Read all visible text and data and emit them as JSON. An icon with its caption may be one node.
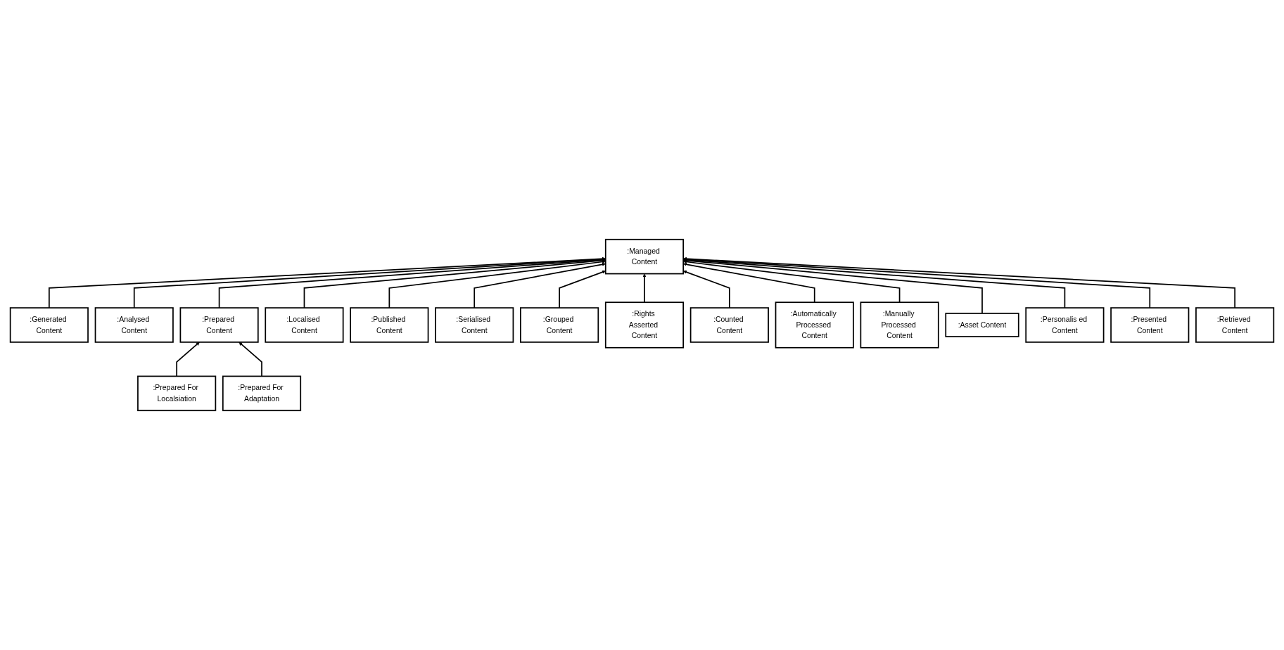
{
  "diagram": {
    "nodes": [
      {
        "text": [
          ":Managed Content"
        ]
      },
      {
        "text": [
          ":Generated Content"
        ]
      },
      {
        "text": [
          ":Analysed Content"
        ]
      },
      {
        "text": [
          ":Prepared Content"
        ]
      },
      {
        "text": [
          ":Localised Content"
        ]
      },
      {
        "text": [
          ":Published Content"
        ]
      },
      {
        "text": [
          ":Serialised Content"
        ]
      },
      {
        "text": [
          ":Grouped Content"
        ]
      },
      {
        "text": [
          ":Rights Asserted Content"
        ]
      },
      {
        "text": [
          ":Counted Content"
        ]
      },
      {
        "text": [
          ":Prepared For Localsiation"
        ]
      },
      {
        "text": [
          ":Prepared For Adaptation"
        ]
      },
      {
        "text": [
          ":Automatically Processed Content"
        ]
      },
      {
        "text": [
          ":Manually Processed Content"
        ]
      },
      {
        "text": [
          ":Asset Content"
        ]
      },
      {
        "text": [
          ":Personalis ed Content"
        ]
      },
      {
        "text": [
          ":Presented Content"
        ]
      },
      {
        "text": [
          ":Retrieved Content"
        ]
      }
    ],
    "edges": [
      {
        "from": 1,
        "to": 0,
        "arrow": "to"
      },
      {
        "from": 2,
        "to": 0,
        "arrow": "to"
      },
      {
        "from": 3,
        "to": 0,
        "arrow": "to"
      },
      {
        "from": 4,
        "to": 0,
        "arrow": "to"
      },
      {
        "from": 5,
        "to": 0,
        "arrow": "to"
      },
      {
        "from": 6,
        "to": 0,
        "arrow": "to"
      },
      {
        "from": 7,
        "to": 0,
        "arrow": "to"
      },
      {
        "from": 8,
        "to": 0,
        "arrow": "to"
      },
      {
        "from": 9,
        "to": 0,
        "arrow": "to"
      },
      {
        "from": 10,
        "to": 3,
        "arrow": "to"
      },
      {
        "from": 11,
        "to": 3,
        "arrow": "to"
      },
      {
        "from": 12,
        "to": 0,
        "arrow": "to"
      },
      {
        "from": 13,
        "to": 0,
        "arrow": "to"
      },
      {
        "from": 14,
        "to": 0,
        "arrow": "to"
      },
      {
        "from": 15,
        "to": 0,
        "arrow": "to"
      },
      {
        "from": 16,
        "to": 0,
        "arrow": "to"
      },
      {
        "from": 17,
        "to": 0,
        "arrow": "to"
      }
    ]
  }
}
